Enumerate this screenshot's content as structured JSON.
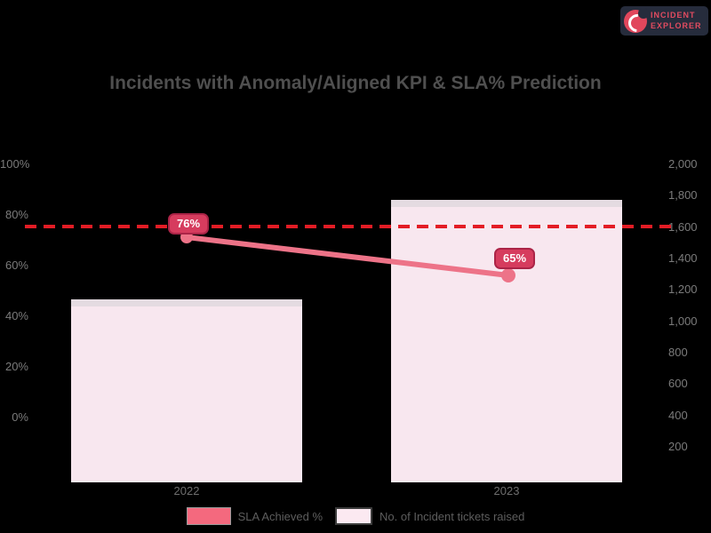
{
  "logo": {
    "line1": "INCIDENT",
    "line2": "EXPLORER",
    "accent_color": "#e1475c",
    "background_color": "#262c3c"
  },
  "title": "Incidents with Anomaly/Aligned KPI & SLA% Prediction",
  "chart_data": {
    "type": "bar",
    "subtype": "combo-bar-line-dual-axis",
    "background": "#000000",
    "categories": [
      "2022",
      "2023"
    ],
    "series": [
      {
        "name": "SLA Achieved %",
        "type": "line",
        "axis": "left",
        "values": [
          76,
          65
        ],
        "color": "#ed7388"
      },
      {
        "name": "No. of Incident tickets raised",
        "type": "bar",
        "axis": "right",
        "values": [
          1140,
          1770
        ],
        "color": "#f8e7ef"
      }
    ],
    "point_labels": [
      "76%",
      "65%"
    ],
    "threshold_line": {
      "approx_value_pct": 75,
      "color": "#e31c25",
      "style": "dashed"
    },
    "left_axis": {
      "ticks": [
        "100%",
        "80%",
        "60%",
        "40%",
        "20%",
        "0%"
      ],
      "range_pct": [
        0,
        100
      ]
    },
    "right_axis": {
      "ticks": [
        "2,000",
        "1,800",
        "1,600",
        "1,400",
        "1,200",
        "1,000",
        "800",
        "600",
        "400",
        "200"
      ],
      "range": [
        0,
        2000
      ]
    },
    "legend_position": "bottom",
    "grid": "off"
  },
  "legend": [
    {
      "label": "SLA Achieved %",
      "swatch_color": "#f4697e"
    },
    {
      "label": "No. of Incident tickets raised",
      "swatch_color": "#fbe9f1"
    }
  ]
}
